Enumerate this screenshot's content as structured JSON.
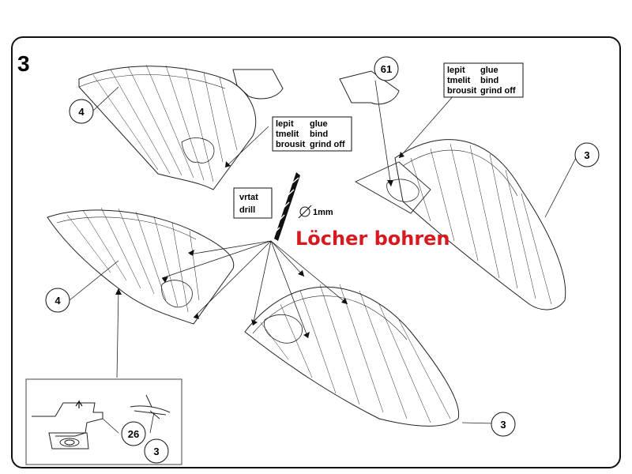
{
  "step": {
    "number": "3"
  },
  "callouts": [
    {
      "value": "4"
    },
    {
      "value": "4"
    },
    {
      "value": "3"
    },
    {
      "value": "3"
    },
    {
      "value": "61"
    },
    {
      "value": "26"
    },
    {
      "value": "3"
    }
  ],
  "instructions": {
    "row1": {
      "cz": "lepit",
      "en": "glue"
    },
    "row2": {
      "cz": "tmelit",
      "en": "bind"
    },
    "row3": {
      "cz": "brousit",
      "en": "grind off"
    }
  },
  "drill": {
    "cz": "vrtat",
    "en": "drill",
    "diameter": "1mm"
  },
  "annotation": {
    "text": "Löcher bohren",
    "color": "#d71920"
  }
}
